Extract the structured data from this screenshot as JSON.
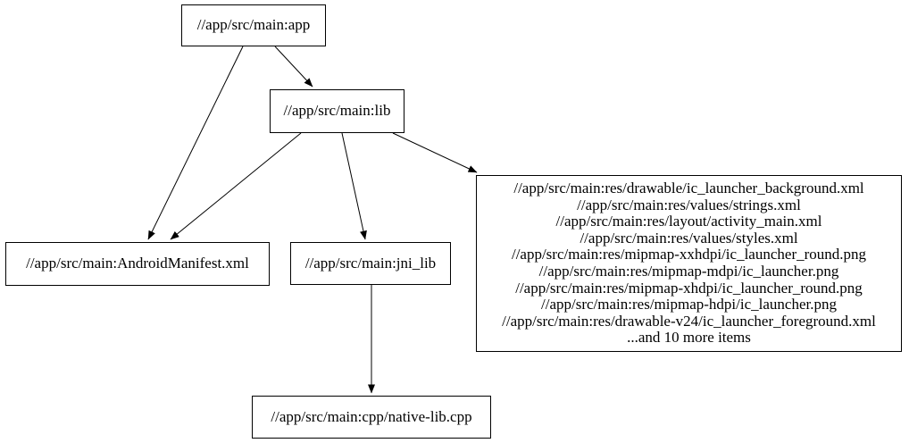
{
  "graph": {
    "type": "dependency-graph",
    "background_color": "#ffffff",
    "node_border_color": "#000000",
    "edge_color": "#000000",
    "text_color": "#000000",
    "nodes": {
      "app": {
        "label": "//app/src/main:app"
      },
      "lib": {
        "label": "//app/src/main:lib"
      },
      "manifest": {
        "label": "//app/src/main:AndroidManifest.xml"
      },
      "jni_lib": {
        "label": "//app/src/main:jni_lib"
      },
      "native_cpp": {
        "label": "//app/src/main:cpp/native-lib.cpp"
      },
      "res_group": {
        "lines": [
          "//app/src/main:res/drawable/ic_launcher_background.xml",
          "//app/src/main:res/values/strings.xml",
          "//app/src/main:res/layout/activity_main.xml",
          "//app/src/main:res/values/styles.xml",
          "//app/src/main:res/mipmap-xxhdpi/ic_launcher_round.png",
          "//app/src/main:res/mipmap-mdpi/ic_launcher.png",
          "//app/src/main:res/mipmap-xhdpi/ic_launcher_round.png",
          "//app/src/main:res/mipmap-hdpi/ic_launcher.png",
          "//app/src/main:res/drawable-v24/ic_launcher_foreground.xml",
          "...and 10 more items"
        ]
      }
    },
    "edges": [
      {
        "from": "app",
        "to": "manifest"
      },
      {
        "from": "app",
        "to": "lib"
      },
      {
        "from": "lib",
        "to": "manifest"
      },
      {
        "from": "lib",
        "to": "jni_lib"
      },
      {
        "from": "lib",
        "to": "res_group"
      },
      {
        "from": "jni_lib",
        "to": "native_cpp"
      }
    ]
  }
}
